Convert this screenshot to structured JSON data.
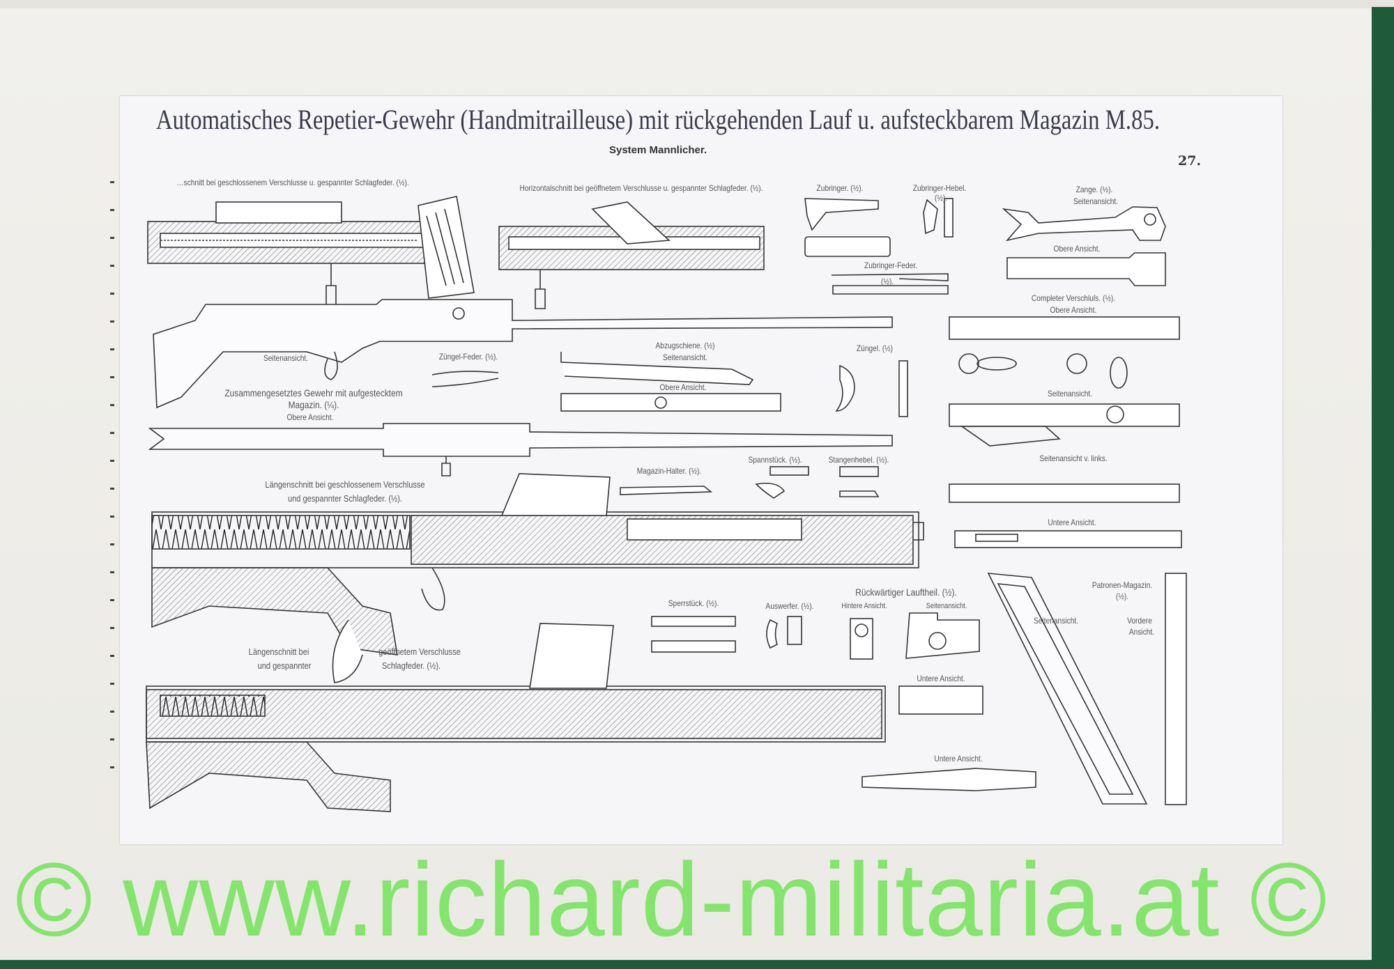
{
  "sheet": {
    "title": "Automatisches Repetier-Gewehr (Handmitrailleuse) mit rückgehenden Lauf u. aufsteckbarem Magazin M.85.",
    "subtitle": "System Mannlicher.",
    "page_number": "27.",
    "labels": {
      "h_section_closed": "…schnitt bei geschlossenem Verschlusse u. gespannter Schlagfeder. (½).",
      "h_section_open": "Horizontalschnitt bei geöffnetem Verschlusse u. gespannter Schlagfeder. (½).",
      "zubringer": "Zubringer. (½).",
      "zubringer_hebel": "Zubringer-Hebel.",
      "zubringer_hebel_scale": "(½).",
      "zange": "Zange. (½).",
      "zange_side": "Seitenansicht.",
      "zange_top": "Obere Ansicht.",
      "zubringer_feder": "Zubringer-Feder.",
      "zubringer_feder_scale": "(½).",
      "verschluss": "Completer Verschluſs. (½).",
      "verschluss_top": "Obere Ansicht.",
      "rifle_side": "Seitenansicht.",
      "zuengel_feder": "Züngel-Feder. (½).",
      "abzugschiene": "Abzugschiene. (½)",
      "abzugschiene_side": "Seitenansicht.",
      "abzugschiene_top": "Obere Ansicht.",
      "zuengel": "Züngel. (½)",
      "verschluss_side": "Seitenansicht.",
      "assembled_1": "Zusammengesetztes Gewehr mit aufgestecktem",
      "assembled_2": "Magazin. (¼).",
      "assembled_3": "Obere Ansicht.",
      "side_left": "Seitenansicht v. links.",
      "long_closed_1": "Längenschnitt bei geschlossenem Verschlusse",
      "long_closed_2": "und gespannter Schlagfeder. (½).",
      "magazin_halter": "Magazin-Halter. (½).",
      "spannstueck": "Spannstück. (½).",
      "stangenhebel": "Stangenhebel. (½).",
      "verschluss_bottom": "Untere Ansicht.",
      "lauftheil": "Rückwärtiger Lauftheil. (½).",
      "lauftheil_rear": "Hintere Ansicht.",
      "lauftheil_side": "Seitenansicht.",
      "patronen_magazin": "Patronen-Magazin.",
      "patronen_magazin_scale": "(½).",
      "magazin_side": "Seitenansicht.",
      "magazin_front_1": "Vordere",
      "magazin_front_2": "Ansicht.",
      "sperrstueck": "Sperrstück. (½).",
      "auswerfer": "Auswerfer. (½).",
      "long_open_1": "Längenschnitt bei",
      "long_open_2": "und gespannter",
      "long_open_3": "geöffnetem Verschlusse",
      "long_open_4": "Schlagfeder. (½).",
      "lauftheil_bottom": "Untere Ansicht.",
      "magazin_bottom": "Untere Ansicht."
    }
  },
  "watermark": "© www.richard-militaria.at ©",
  "colors": {
    "cover": "#1f5a3a",
    "watermark": "#7fe567",
    "ink": "#3a3a4a"
  }
}
